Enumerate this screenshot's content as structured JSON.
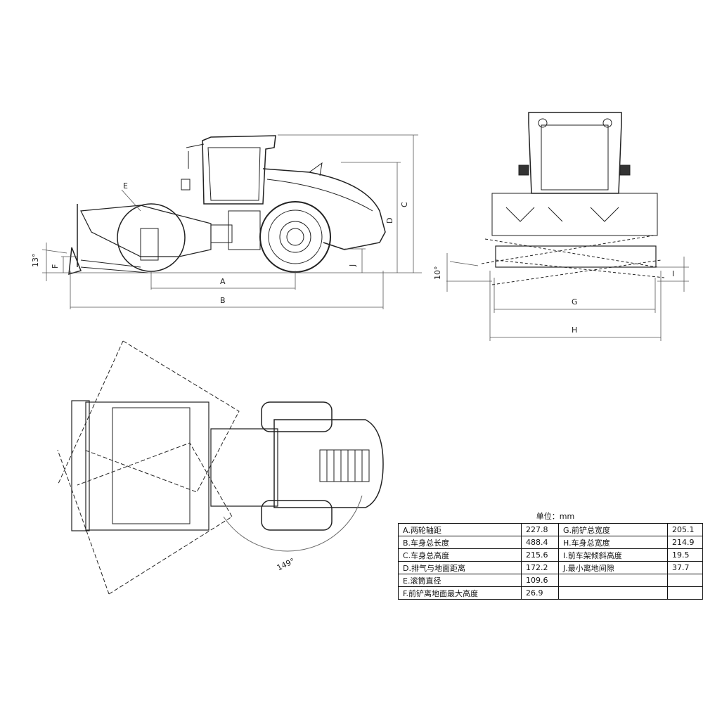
{
  "views": {
    "side_view": {
      "dimension_labels": [
        "A",
        "B",
        "C",
        "D",
        "E",
        "F",
        "J"
      ],
      "angle_label": "13°"
    },
    "front_view": {
      "dimension_labels": [
        "G",
        "H",
        "I"
      ],
      "angle_label": "10°"
    },
    "top_view": {
      "angle_label": "149°"
    }
  },
  "spec_table": {
    "unit": "单位：mm",
    "rows": [
      {
        "label": "A.两轮轴距",
        "value": "227.8",
        "label2": "G.前铲总宽度",
        "value2": "205.1"
      },
      {
        "label": "B.车身总长度",
        "value": "488.4",
        "label2": "H.车身总宽度",
        "value2": "214.9"
      },
      {
        "label": "C.车身总高度",
        "value": "215.6",
        "label2": "I.前车架倾斜高度",
        "value2": "19.5"
      },
      {
        "label": "D.排气与地面距离",
        "value": "172.2",
        "label2": "J.最小离地间隙",
        "value2": "37.7"
      },
      {
        "label": "E.滚筒直径",
        "value": "109.6",
        "label2": "",
        "value2": ""
      },
      {
        "label": "F.前铲离地面最大高度",
        "value": "26.9",
        "label2": "",
        "value2": ""
      }
    ]
  }
}
